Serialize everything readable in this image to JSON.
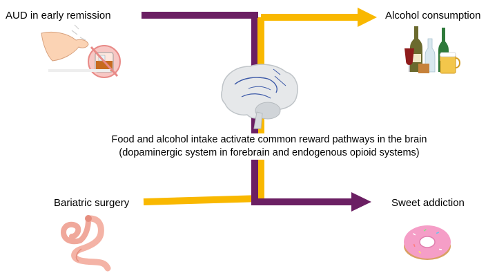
{
  "labels": {
    "aud": "AUD in early remission",
    "alcohol": "Alcohol consumption",
    "bariatric": "Bariatric surgery",
    "sweet": "Sweet addiction"
  },
  "center_text": {
    "line1": "Food and alcohol intake activate common reward pathways in the brain",
    "line2": "(dopaminergic system in forebrain and endogenous opioid systems)"
  },
  "colors": {
    "purple": "#6b1f63",
    "gold": "#f9b800"
  },
  "icons": [
    "hand-refusing-glass-icon",
    "bottles-and-beer-icon",
    "brain-icon",
    "stomach-icon",
    "donut-icon"
  ]
}
